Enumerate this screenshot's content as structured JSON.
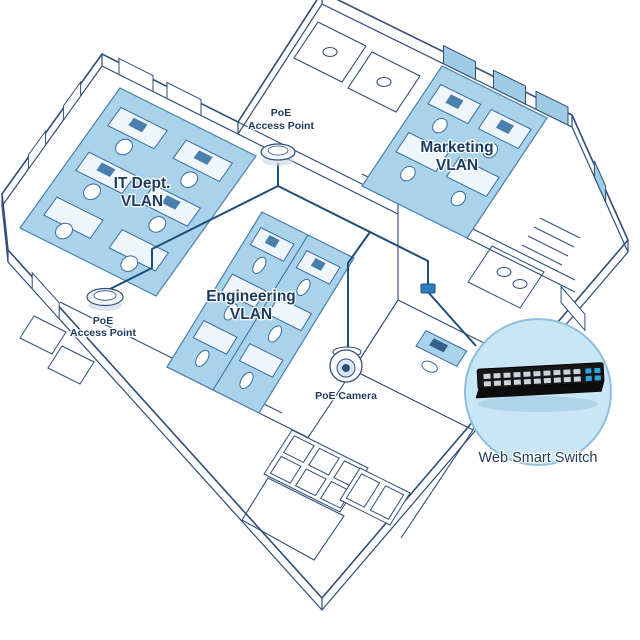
{
  "diagram": {
    "labels": {
      "ap_top": {
        "line1": "PoE",
        "line2": "Access Point"
      },
      "ap_left": {
        "line1": "PoE",
        "line2": "Access Point"
      },
      "marketing": {
        "line1": "Marketing",
        "line2": "VLAN"
      },
      "it": {
        "line1": "IT Dept.",
        "line2": "VLAN"
      },
      "engineering": {
        "line1": "Engineering",
        "line2": "VLAN"
      },
      "camera": "PoE Camera",
      "switch": "Web Smart Switch"
    },
    "colors": {
      "wall_line": "#2e4d77",
      "zone_fill": "#a8d3ea",
      "window_fill": "#9fcbe4",
      "cable": "#1f4e79",
      "text": "#1b3a5f",
      "circle_fill": "#c9e6f6",
      "circle_stroke": "#8fbfdd",
      "switch_body": "#161616",
      "port_gray": "#cdd3d8",
      "port_blue": "#33a3dc"
    }
  }
}
